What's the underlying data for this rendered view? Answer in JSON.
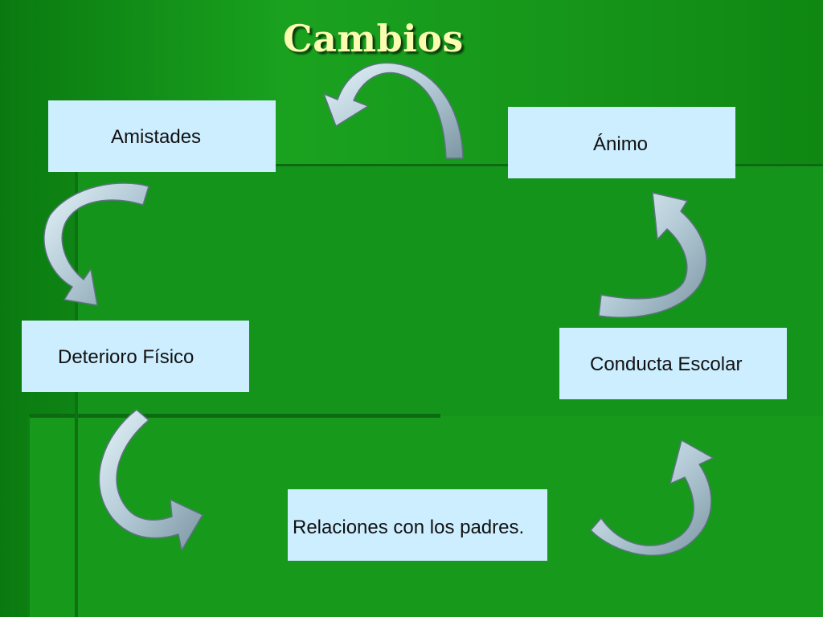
{
  "slide": {
    "title": "Cambios"
  },
  "nodes": [
    {
      "id": "amistades",
      "label": "Amistades"
    },
    {
      "id": "animo",
      "label": "Ánimo"
    },
    {
      "id": "deterioro",
      "label": "Deterioro Físico"
    },
    {
      "id": "conducta",
      "label": "Conducta Escolar"
    },
    {
      "id": "relaciones",
      "label": "Relaciones con los padres."
    }
  ],
  "cycle_edges": [
    {
      "from": "Amistades",
      "to": "Deterioro Físico"
    },
    {
      "from": "Deterioro Físico",
      "to": "Relaciones con los padres."
    },
    {
      "from": "Relaciones con los padres.",
      "to": "Conducta Escolar"
    },
    {
      "from": "Conducta Escolar",
      "to": "Ánimo"
    },
    {
      "from": "Ánimo",
      "to": "Amistades"
    }
  ],
  "colors": {
    "background": "#1aa21f",
    "box_fill": "#cceeff",
    "title_text": "#fcfcb0",
    "arrow_fill": "#b5cedb",
    "arrow_edge": "#5d7480"
  }
}
